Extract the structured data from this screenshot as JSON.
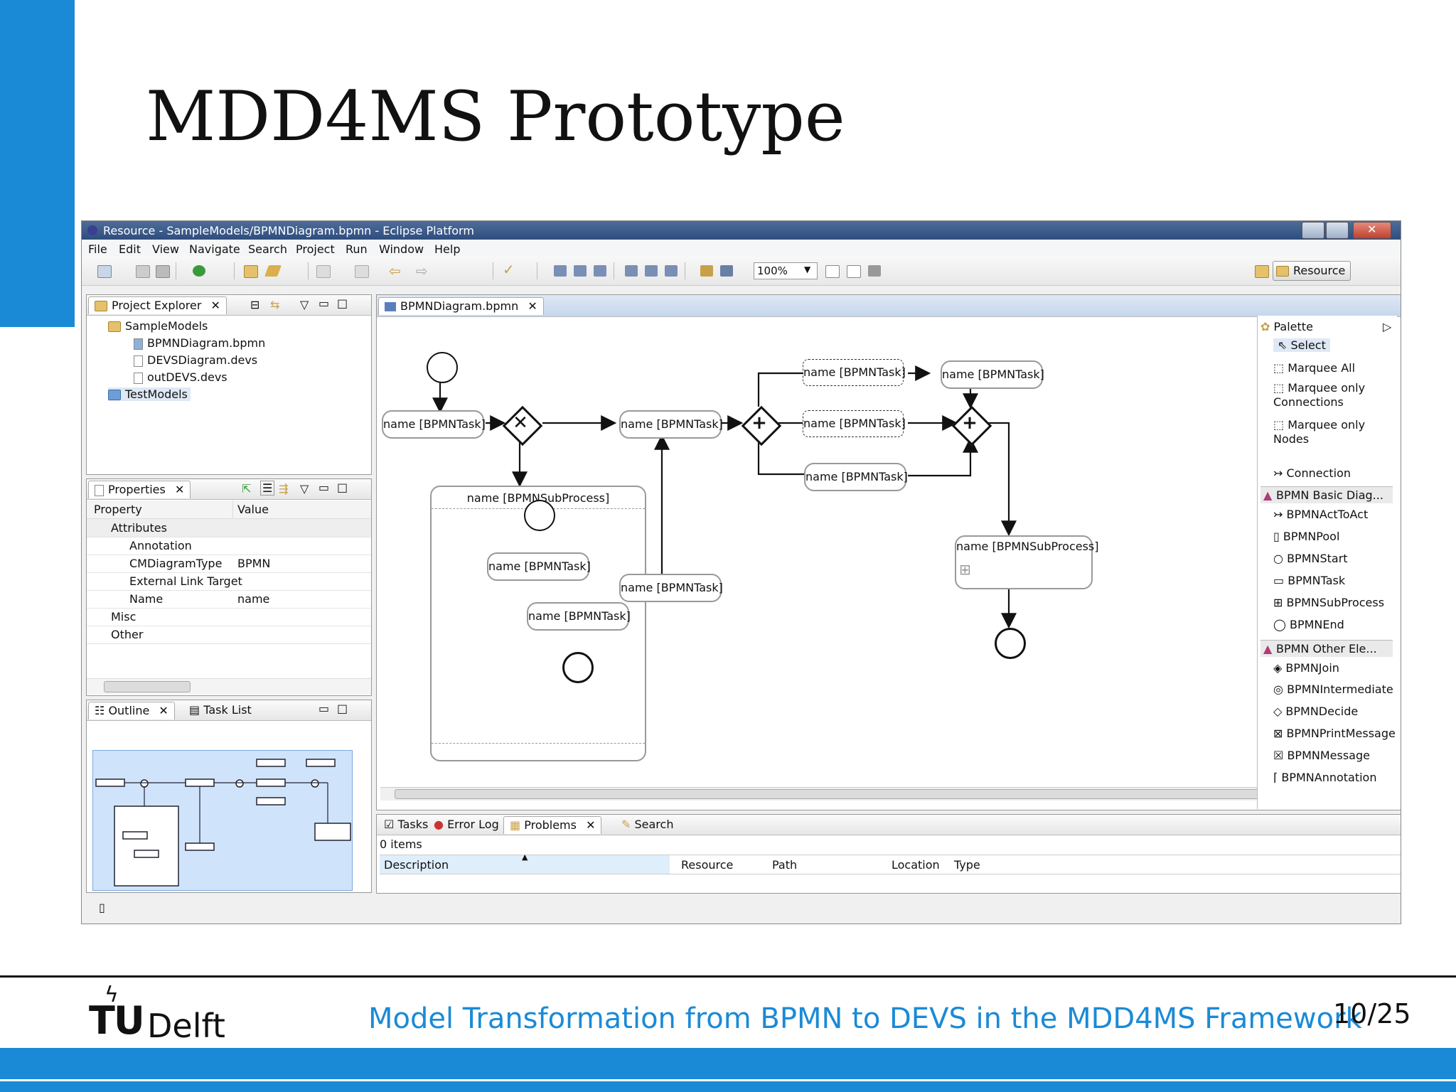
{
  "slide": {
    "title": "MDD4MS Prototype",
    "footer_text": "Model Transformation from BPMN to DEVS in the MDD4MS Framework",
    "page_number": "10/25",
    "logo_tu": "TU",
    "logo_delft": "Delft",
    "colors": {
      "accent": "#1b8ad6"
    }
  },
  "window": {
    "title": "Resource - SampleModels/BPMNDiagram.bpmn - Eclipse Platform",
    "menu": [
      "File",
      "Edit",
      "View",
      "Navigate",
      "Search",
      "Project",
      "Run",
      "Window",
      "Help"
    ],
    "zoom": "100%",
    "perspective": "Resource"
  },
  "project_explorer": {
    "tab": "Project Explorer",
    "items": [
      {
        "label": "SampleModels",
        "icon": "folder-icon"
      },
      {
        "label": "BPMNDiagram.bpmn",
        "icon": "bpmn-file-icon"
      },
      {
        "label": "DEVSDiagram.devs",
        "icon": "file-icon"
      },
      {
        "label": "outDEVS.devs",
        "icon": "file-icon"
      },
      {
        "label": "TestModels",
        "icon": "folder-icon"
      }
    ]
  },
  "properties": {
    "tab": "Properties",
    "col_property": "Property",
    "col_value": "Value",
    "rows": [
      {
        "property": "Attributes",
        "value": ""
      },
      {
        "property": "Annotation",
        "value": ""
      },
      {
        "property": "CMDiagramType",
        "value": "BPMN"
      },
      {
        "property": "External Link Target",
        "value": ""
      },
      {
        "property": "Name",
        "value": "name"
      },
      {
        "property": "Misc",
        "value": ""
      },
      {
        "property": "Other",
        "value": ""
      }
    ]
  },
  "outline": {
    "tab": "Outline",
    "tab2": "Task List"
  },
  "editor": {
    "tab": "BPMNDiagram.bpmn",
    "task_label": "name [BPMNTask]",
    "subprocess_label": "name [BPMNSubProcess]"
  },
  "palette": {
    "title": "Palette",
    "tools": [
      "Select",
      "Marquee All",
      "Marquee only Connections",
      "Marquee only Nodes",
      "Connection"
    ],
    "basic_group": "BPMN Basic Diag...",
    "basic_items": [
      "BPMNActToAct",
      "BPMNPool",
      "BPMNStart",
      "BPMNTask",
      "BPMNSubProcess",
      "BPMNEnd"
    ],
    "other_group": "BPMN Other Ele...",
    "other_items": [
      "BPMNJoin",
      "BPMNIntermediate",
      "BPMNDecide",
      "BPMNPrintMessage",
      "BPMNMessage",
      "BPMNAnnotation"
    ]
  },
  "bottom_panel": {
    "tabs": [
      "Tasks",
      "Error Log",
      "Problems",
      "Search"
    ],
    "status": "0 items",
    "columns": [
      "Description",
      "Resource",
      "Path",
      "Location",
      "Type"
    ]
  }
}
